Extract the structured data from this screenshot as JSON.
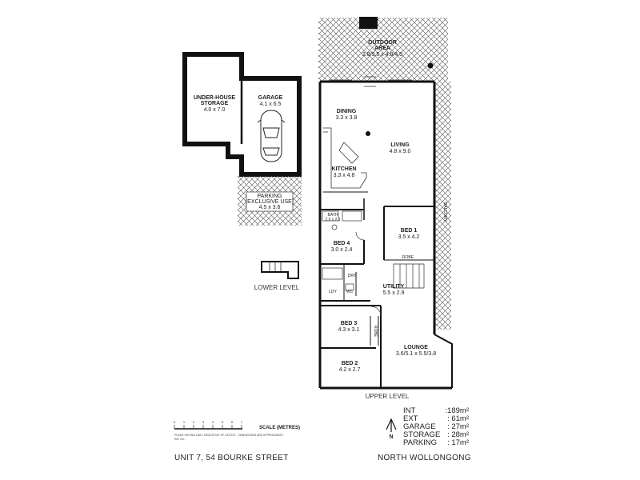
{
  "rooms": {
    "outdoor": {
      "name": "OUTDOOR",
      "name2": "AREA",
      "dim": "2.8/9.5 x 4.8/4.0"
    },
    "dining": {
      "name": "DINING",
      "dim": "3.3 x 3.8"
    },
    "living": {
      "name": "LIVING",
      "dim": "4.8 x 9.0"
    },
    "kitchen": {
      "name": "KITCHEN",
      "dim": "3.3 x 4.8"
    },
    "bath": {
      "name": "BATH",
      "dim": "2.0 x 2.1"
    },
    "bed1": {
      "name": "BED 1",
      "dim": "3.5 x 4.2"
    },
    "bed4": {
      "name": "BED 4",
      "dim": "3.0 x 2.4"
    },
    "utility": {
      "name": "UTILITY",
      "dim": "5.5 x 2.9"
    },
    "bed3": {
      "name": "BED 3",
      "dim": "4.3 x 3.1"
    },
    "lounge": {
      "name": "LOUNGE",
      "dim": "3.6/5.1 x 5.5/3.8"
    },
    "bed2": {
      "name": "BED 2",
      "dim": "4.2 x 2.7"
    },
    "storage": {
      "name": "UNDER-HOUSE",
      "name2": "STORAGE",
      "dim": "4.0 x 7.0"
    },
    "garage": {
      "name": "GARAGE",
      "dim": "4.1 x 6.5"
    },
    "parking": {
      "name": "PARKING",
      "name2": "(EXCLUSIVE USE)",
      "dim": "4.5 x 3.6"
    }
  },
  "small_labels": {
    "balcony": "BALCONY",
    "robe": "ROBE",
    "robe2": "ROBE",
    "dry": "DRY",
    "wc": "WC",
    "ldy": "LDY"
  },
  "levels": {
    "lower": "LOWER LEVEL",
    "upper": "UPPER LEVEL"
  },
  "areas": [
    {
      "label": "INT",
      "value": ":189m²"
    },
    {
      "label": "EXT",
      "value": ":  61m²"
    },
    {
      "label": "GARAGE",
      "value": ":  27m²"
    },
    {
      "label": "STORAGE",
      "value": ":  28m²"
    },
    {
      "label": "PARKING",
      "value": ":  17m²"
    }
  ],
  "north_label": "N",
  "scale": {
    "label": "SCALE (METRES)",
    "ticks": [
      "0",
      "1",
      "2",
      "3",
      "4",
      "5",
      "6",
      "7"
    ]
  },
  "disclaimer": "PLANS SHOWN ONLY INDICATIVE OF LAYOUT - DIMENSIONS ARE APPROXIMATE",
  "ref": "Ref. No.:",
  "address": "UNIT 7, 54 BOURKE STREET",
  "suburb": "NORTH WOLLONGONG"
}
